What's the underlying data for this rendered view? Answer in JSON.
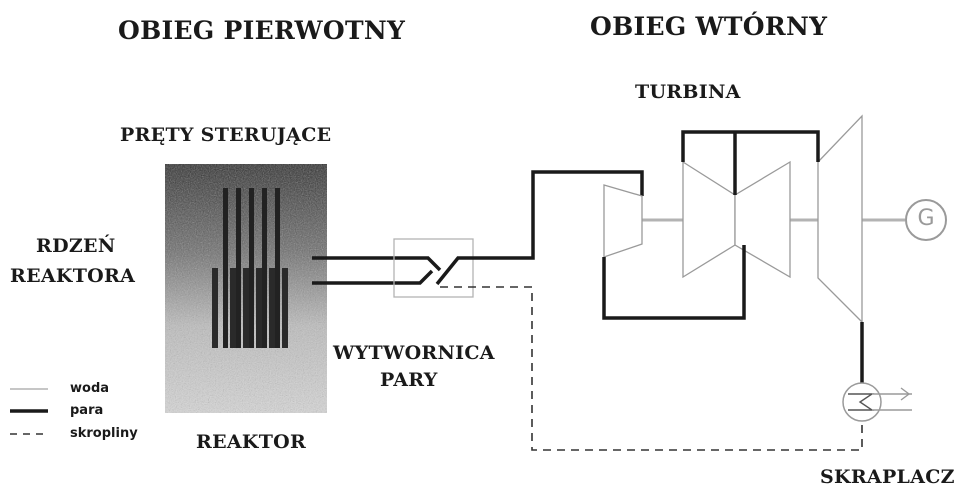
{
  "headings": {
    "primary": "OBIEG PIERWOTNY",
    "secondary": "OBIEG WTÓRNY"
  },
  "labels": {
    "control_rods": "PRĘTY STERUJĄCE",
    "reactor_core_line1": "RDZEŃ",
    "reactor_core_line2": "REAKTORA",
    "reactor": "REAKTOR",
    "steam_generator_line1": "WYTWORNICA",
    "steam_generator_line2": "PARY",
    "turbine": "TURBINA",
    "condenser": "SKRAPLACZ",
    "generator": "G"
  },
  "legend": {
    "water": "woda",
    "steam": "para",
    "condensate": "skropliny"
  },
  "colors": {
    "water_line": "#b3b3b3",
    "steam_line": "#1a1a1a",
    "condensate_line": "#333333",
    "text": "#1a1a1a"
  }
}
